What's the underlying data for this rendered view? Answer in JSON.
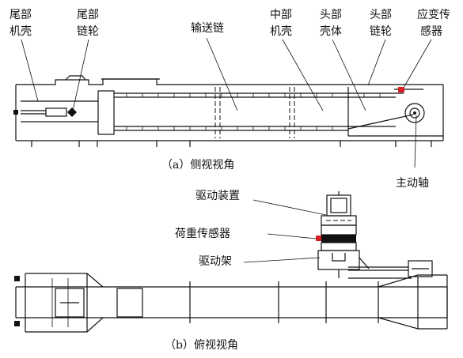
{
  "side_view": {
    "caption": "（a）侧视视角",
    "labels": {
      "tail_casing": [
        "尾部",
        "机壳"
      ],
      "tail_sprocket": [
        "尾部",
        "链轮"
      ],
      "conveyor_chain": "输送链",
      "middle_casing": [
        "中部",
        "机壳"
      ],
      "head_shell": [
        "头部",
        "壳体"
      ],
      "head_sprocket": [
        "头部",
        "链轮"
      ],
      "strain_sensor": [
        "应变传",
        "感器"
      ],
      "main_shaft": "主动轴"
    }
  },
  "top_view": {
    "caption": "（b）俯视视角",
    "labels": {
      "drive_unit": "驱动装置",
      "load_sensor": "荷重传感器",
      "drive_frame": "驱动架"
    }
  },
  "colors": {
    "line": "#111111",
    "sensor_red": "#d62020",
    "background": "#ffffff"
  }
}
